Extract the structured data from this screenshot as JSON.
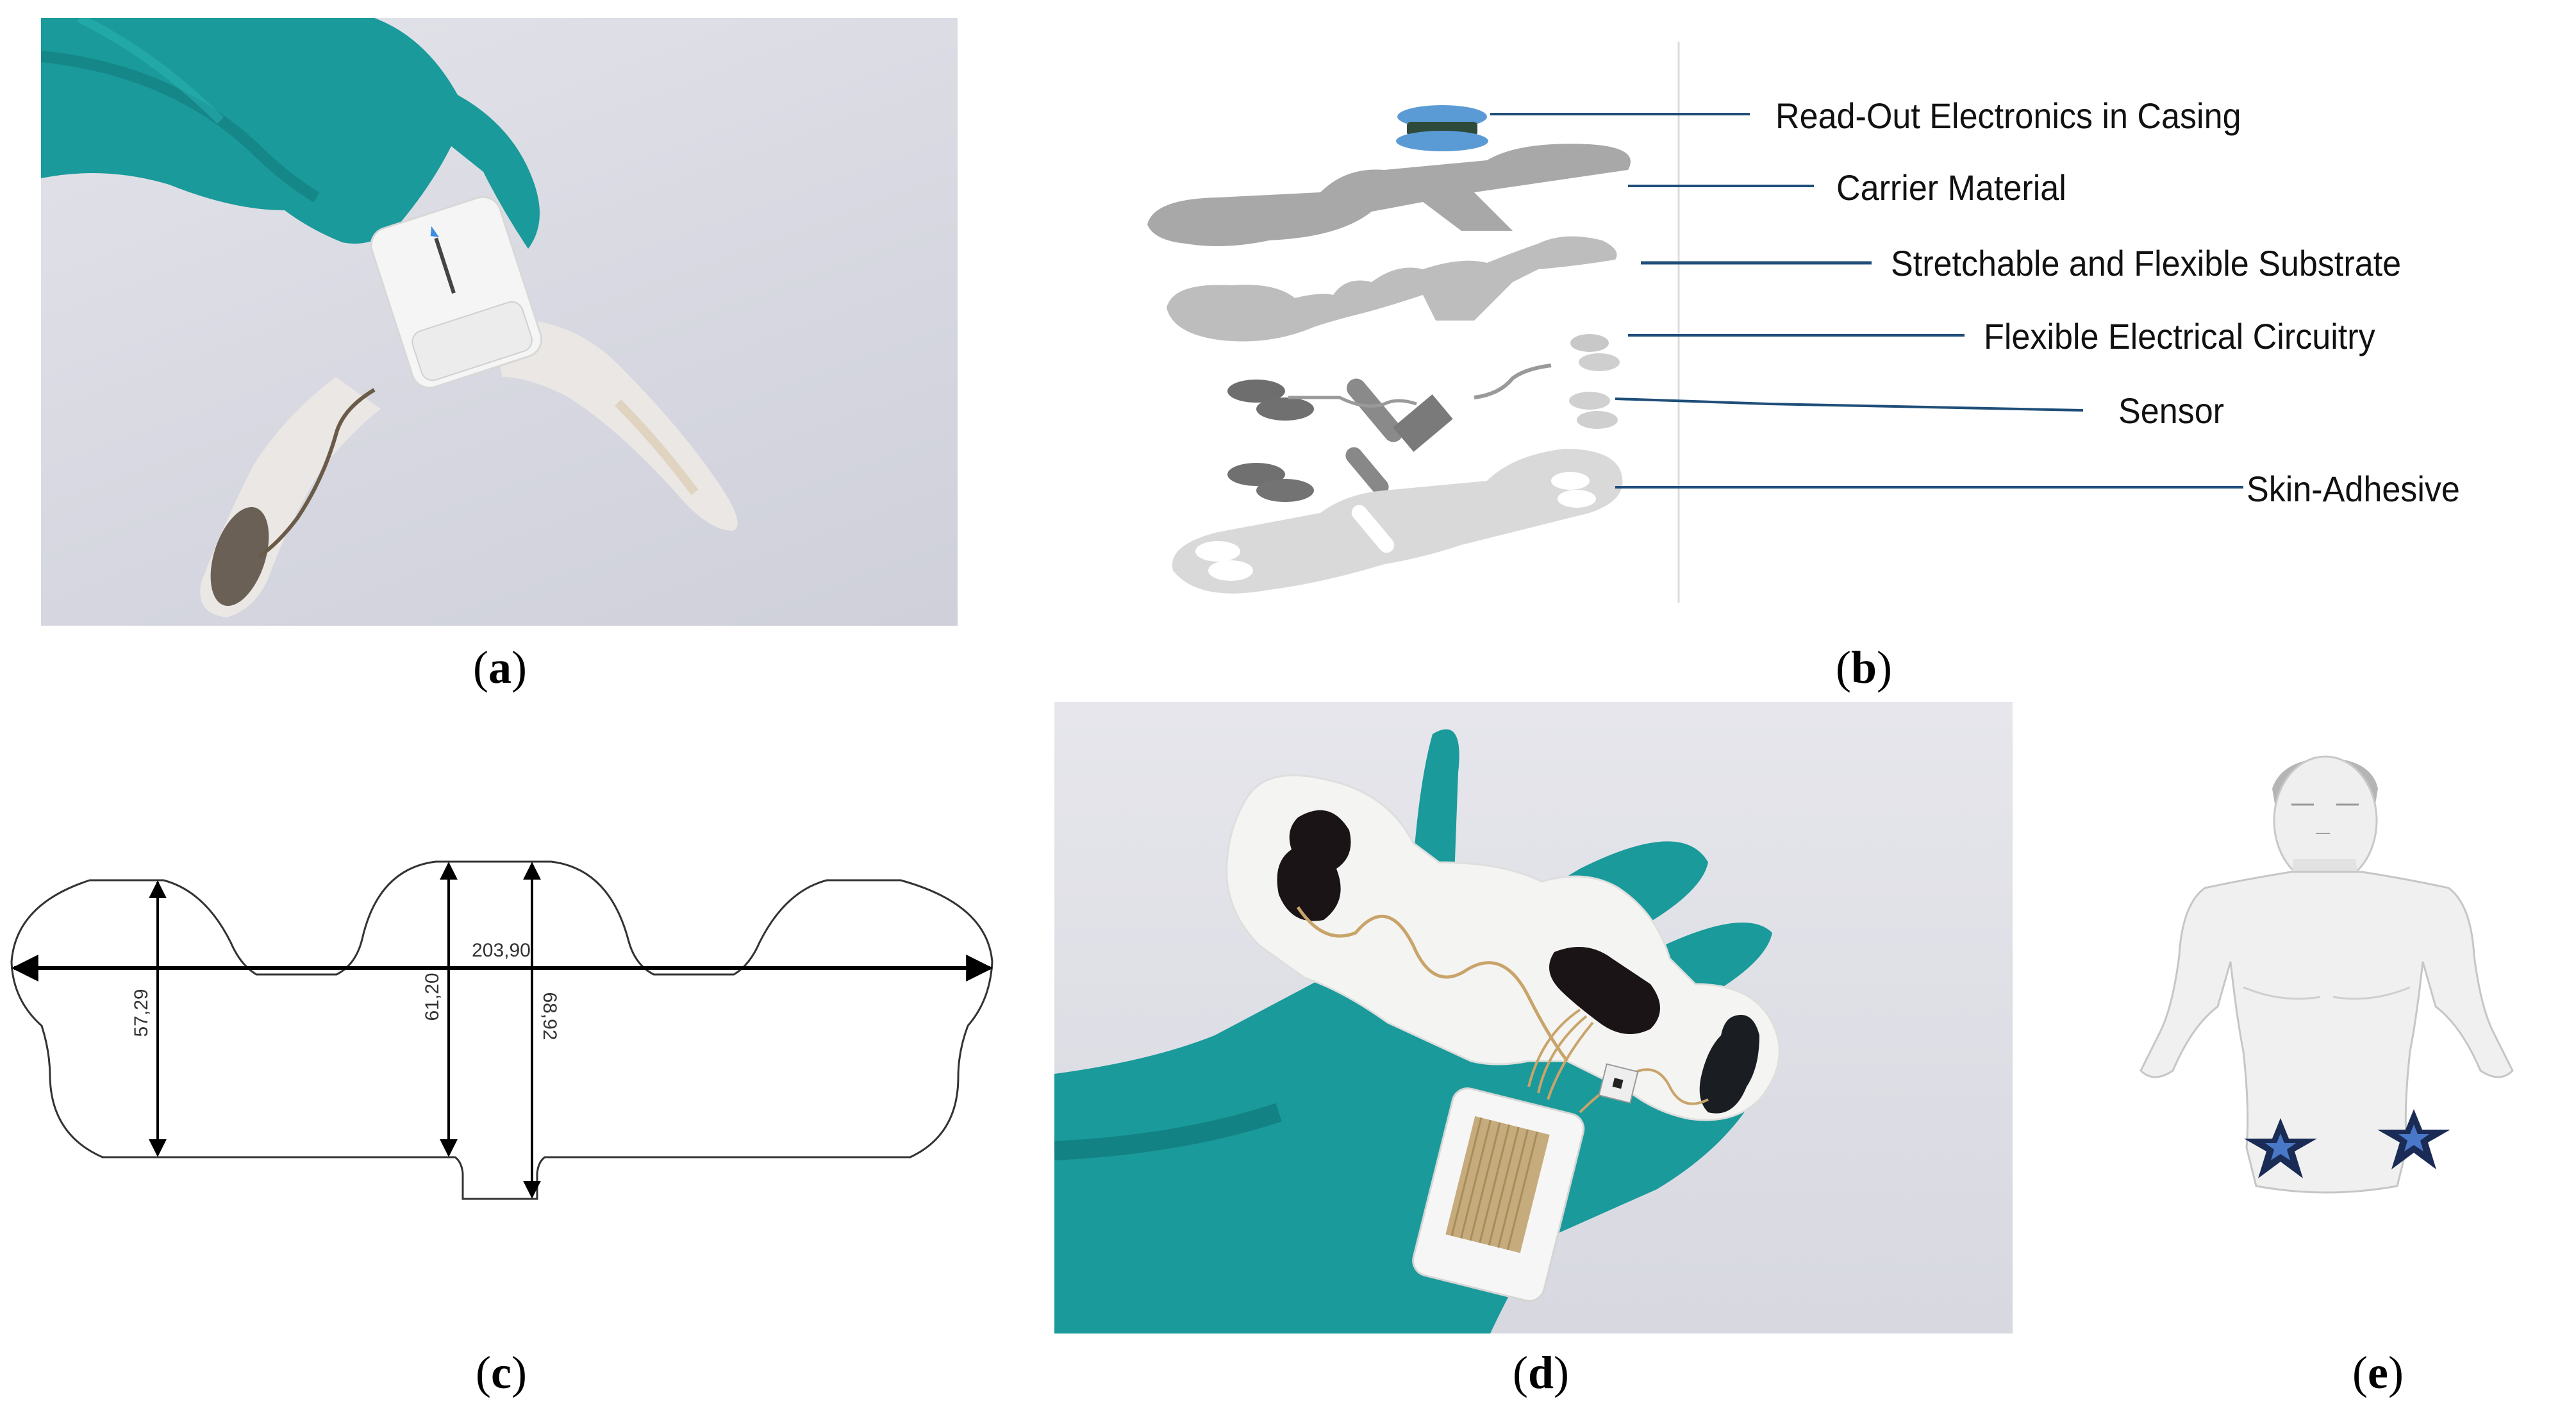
{
  "figure": {
    "panels": [
      {
        "id": "a",
        "caption_open": "(",
        "caption_letter": "a",
        "caption_close": ")",
        "description": "Gloved hand holding wearable sensor patch with white electronics casing"
      },
      {
        "id": "b",
        "caption_open": "(",
        "caption_letter": "b",
        "caption_close": ")",
        "description": "Exploded view of patch layers"
      },
      {
        "id": "c",
        "caption_open": "(",
        "caption_letter": "c",
        "caption_close": ")",
        "description": "Technical drawing of patch outline with dimensions"
      },
      {
        "id": "d",
        "caption_open": "(",
        "caption_letter": "d",
        "caption_close": ")",
        "description": "Patch with three electrodes and printed circuitry on gloved hand"
      },
      {
        "id": "e",
        "caption_open": "(",
        "caption_letter": "e",
        "caption_close": ")",
        "description": "Body illustration with patch placement markers"
      }
    ]
  },
  "layers": {
    "items": [
      {
        "label": "Read-Out Electronics in Casing"
      },
      {
        "label": "Carrier Material"
      },
      {
        "label": "Stretchable and Flexible Substrate"
      },
      {
        "label": "Flexible Electrical Circuitry"
      },
      {
        "label": "Sensor"
      },
      {
        "label": "Skin-Adhesive"
      }
    ],
    "leader_color": "#1f4e79",
    "casing_color": "#5b9bd5"
  },
  "dimensions": {
    "overall_width": "203,90",
    "side_height": "57,29",
    "center_height": "61,20",
    "total_height": "68,92"
  },
  "placement": {
    "markers": [
      {
        "name": "left-electrode-position"
      },
      {
        "name": "right-electrode-position"
      }
    ],
    "star_outer_color": "#1a2b55",
    "star_inner_color": "#4a78c8"
  },
  "colors": {
    "glove": "#1a9a9a",
    "glove_dark": "#0f7377",
    "electrode": "#1a1416",
    "trace": "#c9a46a"
  }
}
